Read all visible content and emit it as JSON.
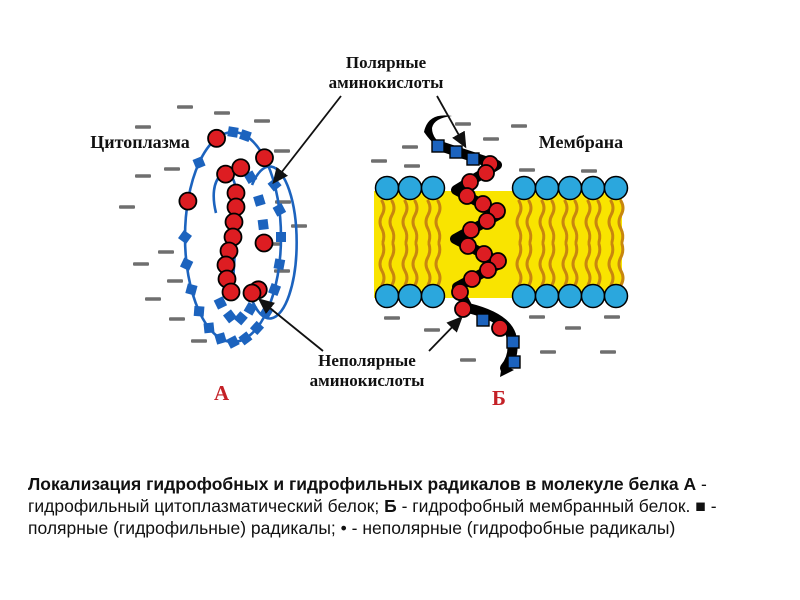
{
  "diagram": {
    "labels": {
      "polar": "Полярные аминокислоты",
      "nonpolar": "Неполярные аминокислоты",
      "cytoplasm": "Цитоплазма",
      "membrane": "Мембрана",
      "letter_a": "А",
      "letter_b": "Б"
    },
    "colors": {
      "polar_bead_blue": "#1c63be",
      "nonpolar_bead_red": "#dd1d22",
      "lipid_head_cyan": "#2ba7dd",
      "membrane_yellow": "#f9e400",
      "lipid_tail_orange": "#c8860f",
      "helix_ribbon_black": "#000000",
      "letter_red": "#c42127",
      "water_dash_gray": "#6f6f6f",
      "arrow_black": "#111111"
    }
  },
  "caption": {
    "title": "Локализация гидрофобных и гидрофильных радикалов в молекуле белка",
    "segments": [
      {
        "text": "А",
        "bold": true
      },
      {
        "text": " - гидрофильный цитоплазматический белок; ",
        "bold": false
      },
      {
        "text": "Б",
        "bold": true
      },
      {
        "text": " - гидрофобный мембранный белок. ■ - полярные (гидрофильные) радикалы; • - неполярные (гидрофобные радикалы)",
        "bold": false
      }
    ]
  }
}
